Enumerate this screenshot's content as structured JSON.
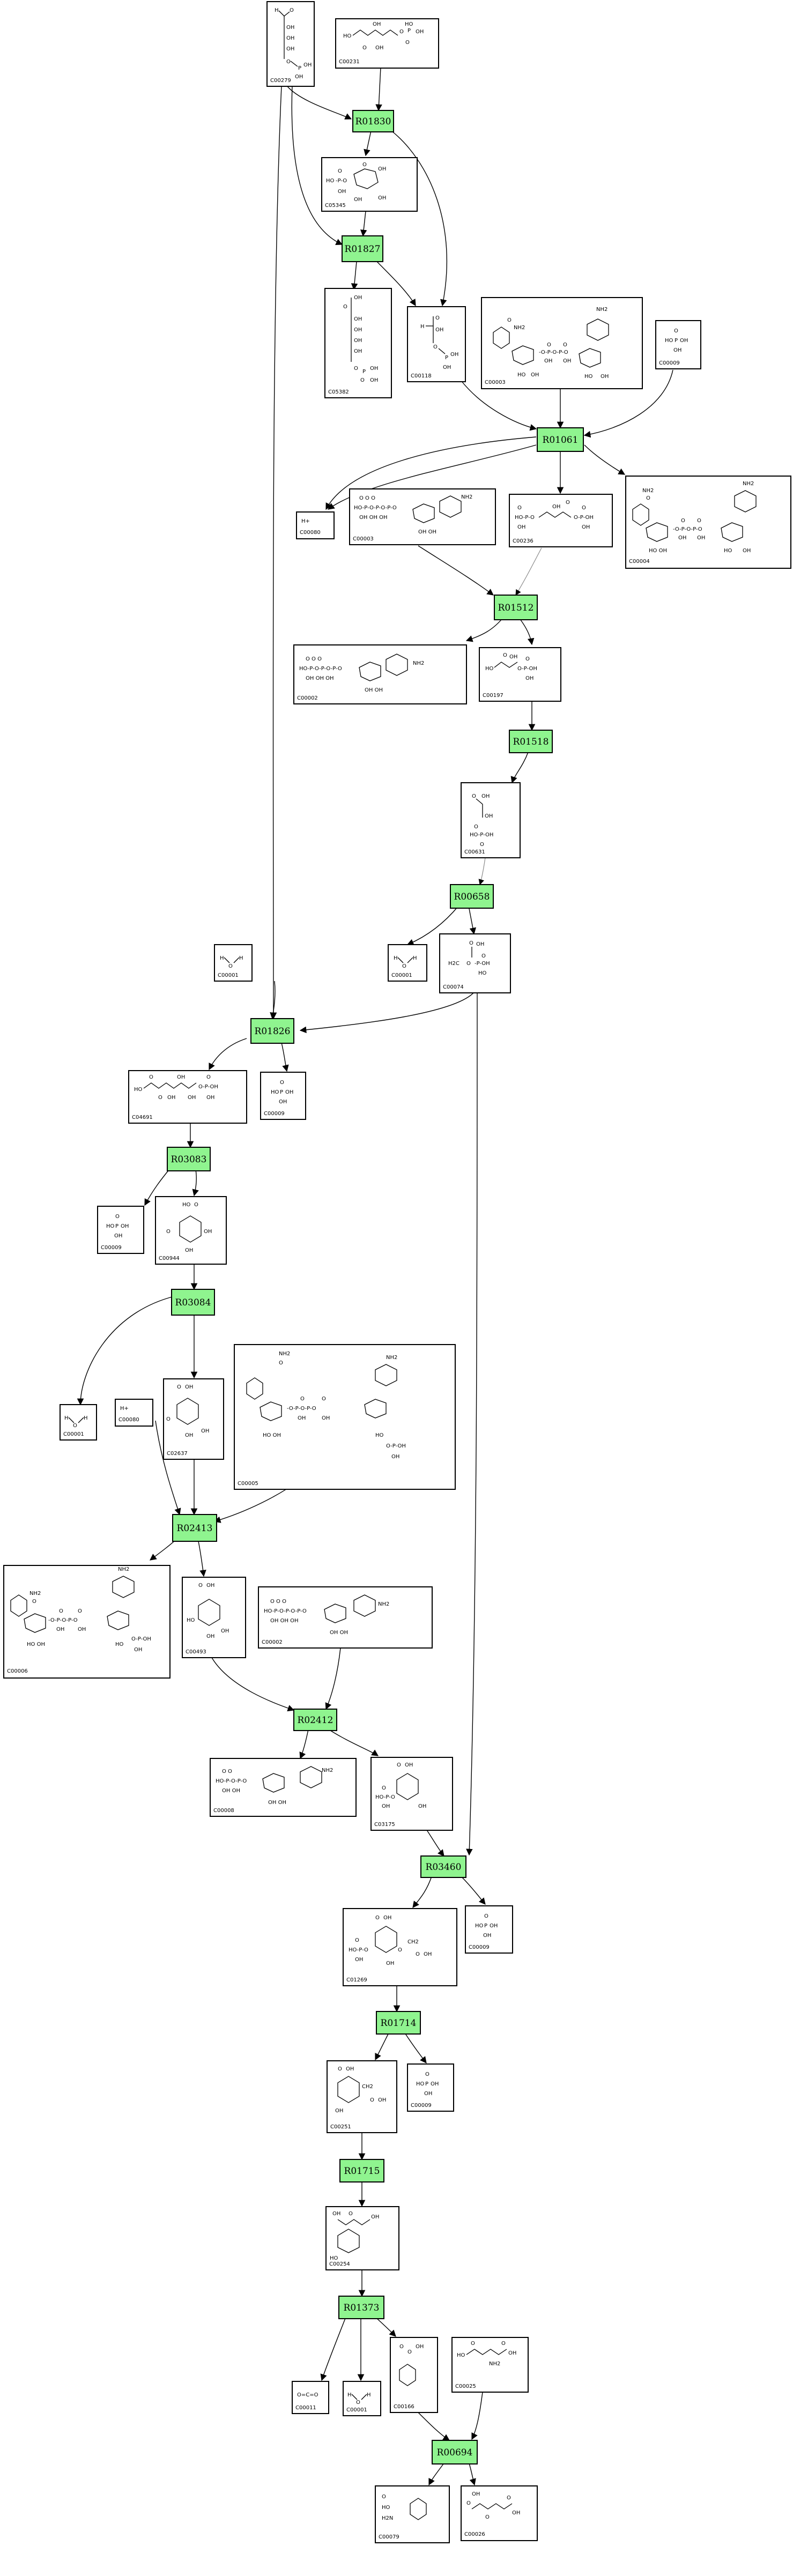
{
  "colors": {
    "reaction_fill": "#8ff48f",
    "box_stroke": "#000000",
    "background": "#ffffff"
  },
  "reactions": [
    {
      "id": "R01830"
    },
    {
      "id": "R01827"
    },
    {
      "id": "R01061"
    },
    {
      "id": "R01512"
    },
    {
      "id": "R01518"
    },
    {
      "id": "R00658"
    },
    {
      "id": "R01826"
    },
    {
      "id": "R03083"
    },
    {
      "id": "R03084"
    },
    {
      "id": "R02413"
    },
    {
      "id": "R02412"
    },
    {
      "id": "R03460"
    },
    {
      "id": "R01714"
    },
    {
      "id": "R01715"
    },
    {
      "id": "R01373"
    },
    {
      "id": "R00694"
    }
  ],
  "compounds": [
    {
      "id": "C00279"
    },
    {
      "id": "C00231"
    },
    {
      "id": "C05345"
    },
    {
      "id": "C05382"
    },
    {
      "id": "C00118"
    },
    {
      "id": "C00003"
    },
    {
      "id": "C00009"
    },
    {
      "id": "C00080"
    },
    {
      "id": "C00003"
    },
    {
      "id": "C00236"
    },
    {
      "id": "C00004"
    },
    {
      "id": "C00002"
    },
    {
      "id": "C00197"
    },
    {
      "id": "C00631"
    },
    {
      "id": "C00001"
    },
    {
      "id": "C00001"
    },
    {
      "id": "C00074"
    },
    {
      "id": "C04691"
    },
    {
      "id": "C00009"
    },
    {
      "id": "C00009"
    },
    {
      "id": "C00944"
    },
    {
      "id": "C00001"
    },
    {
      "id": "C00080"
    },
    {
      "id": "C02637"
    },
    {
      "id": "C00005"
    },
    {
      "id": "C00006"
    },
    {
      "id": "C00493"
    },
    {
      "id": "C00002"
    },
    {
      "id": "C00008"
    },
    {
      "id": "C03175"
    },
    {
      "id": "C01269"
    },
    {
      "id": "C00009"
    },
    {
      "id": "C00251"
    },
    {
      "id": "C00009"
    },
    {
      "id": "C00254"
    },
    {
      "id": "C00011"
    },
    {
      "id": "C00001"
    },
    {
      "id": "C00166"
    },
    {
      "id": "C00025"
    },
    {
      "id": "C00079"
    },
    {
      "id": "C00026"
    }
  ]
}
